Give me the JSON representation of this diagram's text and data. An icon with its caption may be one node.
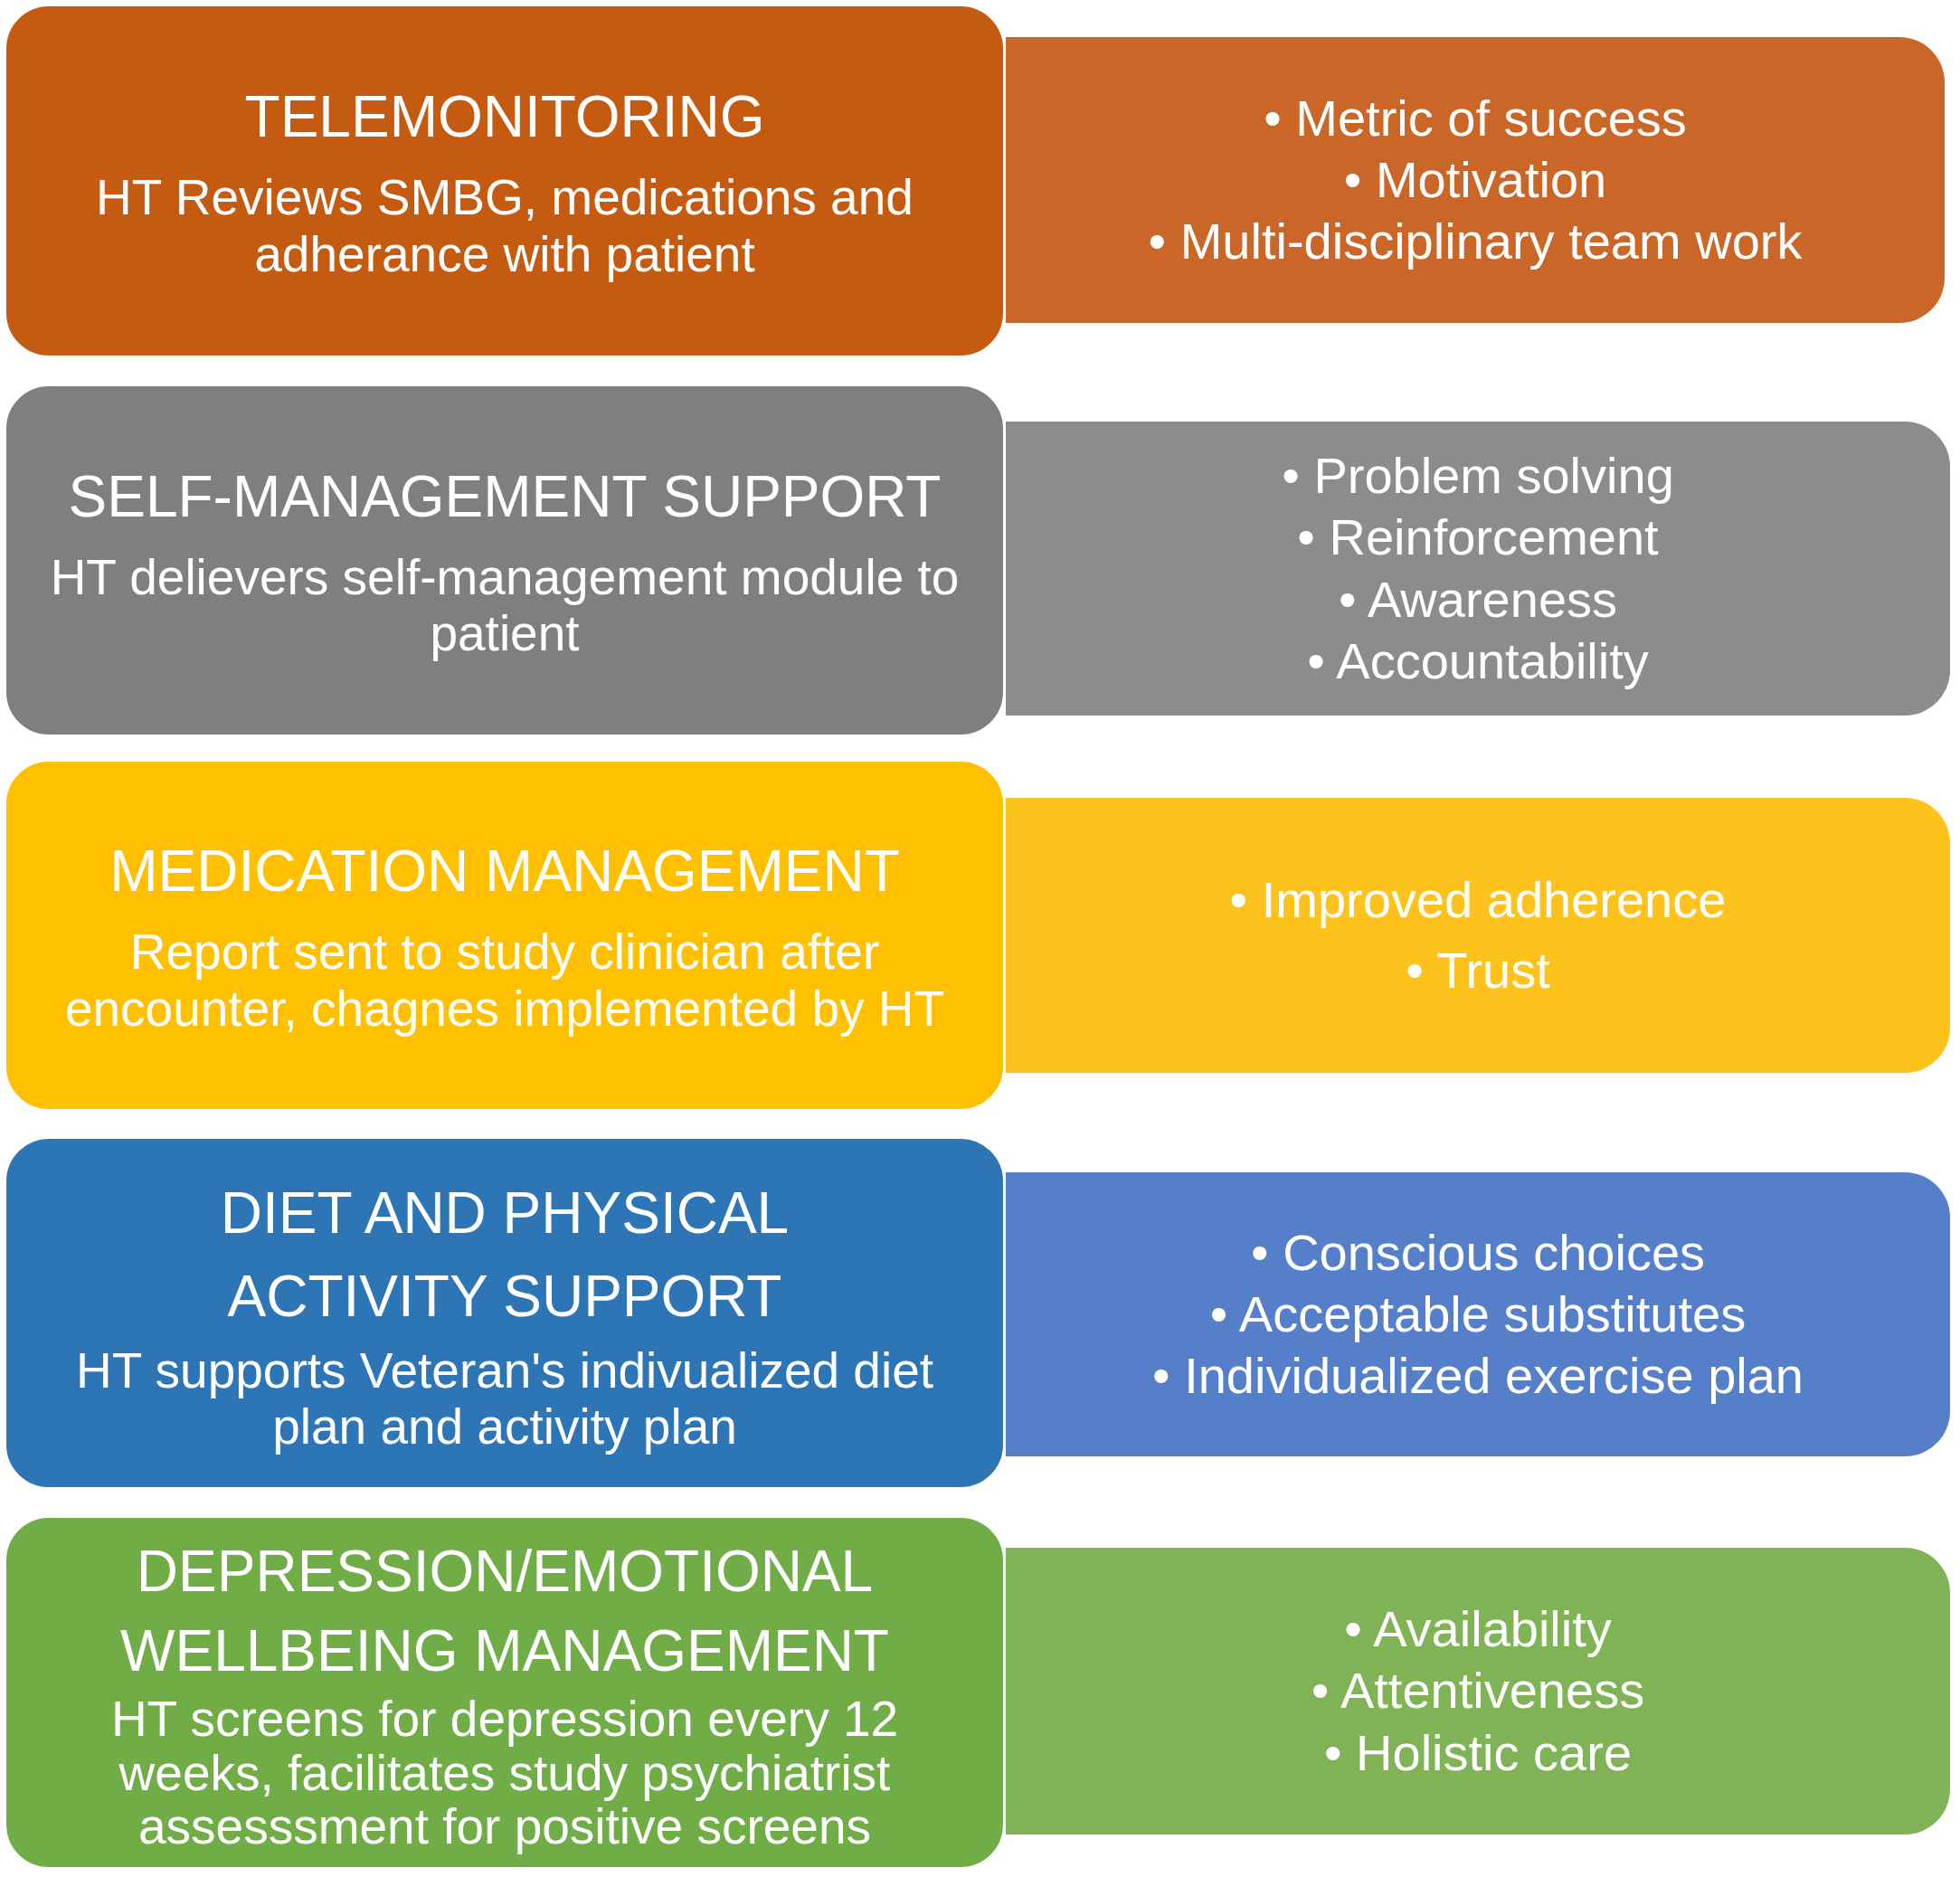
{
  "diagram": {
    "nodes": [
      {
        "text": [
          "TELEMONITORING",
          "HT Reviews SMBG, medications and adherance with patient"
        ]
      },
      {
        "text": [
          "• Metric of success",
          "• Motivation",
          "• Multi-disciplinary team work"
        ]
      },
      {
        "text": [
          "SELF-MANAGEMENT SUPPORT",
          "HT delievers self-management module to patient"
        ]
      },
      {
        "text": [
          "• Problem solving",
          "• Reinforcement",
          "• Awareness",
          "• Accountability"
        ]
      },
      {
        "text": [
          "MEDICATION MANAGEMENT",
          "Report sent to study clinician after encounter, chagnes implemented by HT"
        ]
      },
      {
        "text": [
          "• Improved adherence",
          "• Trust"
        ]
      },
      {
        "text": [
          "DIET AND PHYSICAL ACTIVITY SUPPORT",
          "HT supports Veteran's indivualized diet plan and activity plan"
        ]
      },
      {
        "text": [
          "• Conscious choices",
          "• Acceptable substitutes",
          "• Individualized exercise plan"
        ]
      },
      {
        "text": [
          "DEPRESSION/EMOTIONAL WELLBEING MANAGEMENT",
          "HT screens for depression every 12 weeks, facilitates study psychiatrist assesssment for positive screens"
        ]
      },
      {
        "text": [
          "• Availability",
          "• Attentiveness",
          "• Holistic care"
        ]
      }
    ]
  }
}
